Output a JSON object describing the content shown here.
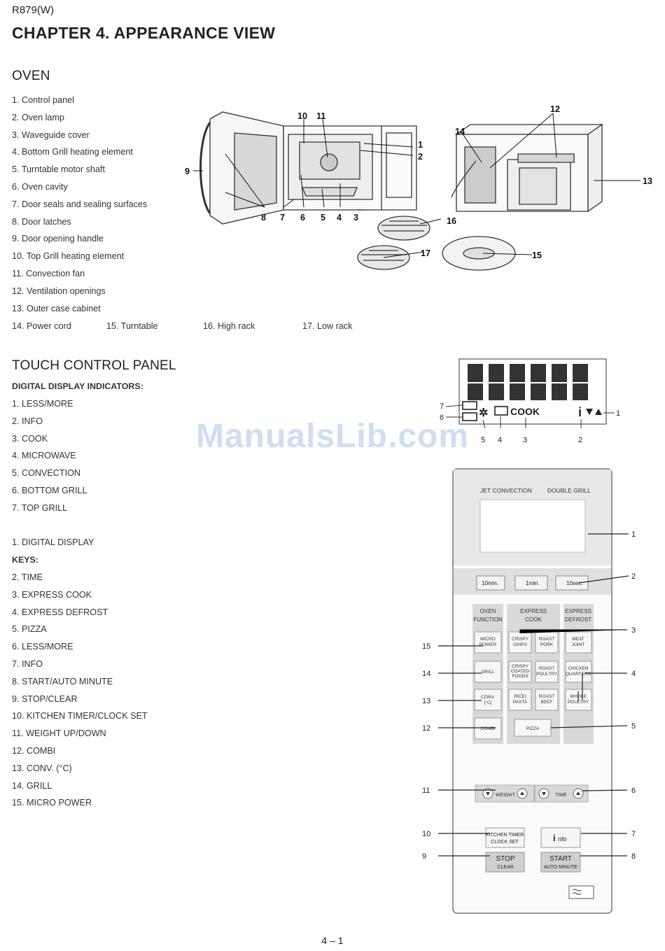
{
  "header": {
    "model": "R879(W)",
    "chapter_title": "CHAPTER 4. APPEARANCE VIEW"
  },
  "oven": {
    "title": "OVEN",
    "parts": [
      "1. Control panel",
      "2. Oven lamp",
      "3. Waveguide cover",
      "4. Bottom Grill heating element",
      "5. Turntable motor shaft",
      "6. Oven cavity",
      "7. Door seals and sealing surfaces",
      "8. Door latches",
      "9. Door opening handle",
      "10. Top Grill heating element",
      "11. Convection fan",
      "12. Ventilation openings",
      "13. Outer case cabinet"
    ],
    "last_row": [
      "14. Power cord",
      "15. Turntable",
      "16. High rack",
      "17. Low rack"
    ],
    "callouts": [
      "1",
      "2",
      "3",
      "4",
      "5",
      "6",
      "7",
      "8",
      "9",
      "10",
      "11",
      "12",
      "13",
      "14",
      "15",
      "16",
      "17"
    ]
  },
  "touch_panel": {
    "title": "TOUCH CONTROL PANEL",
    "indicators_heading": "DIGITAL DISPLAY INDICATORS:",
    "indicators": [
      "1. LESS/MORE",
      "2. INFO",
      "3. COOK",
      "4. MICROWAVE",
      "5. CONVECTION",
      "6. BOTTOM GRILL",
      "7. TOP GRILL"
    ],
    "display_item": "1. DIGITAL DISPLAY",
    "keys_heading": "KEYS:",
    "keys": [
      "2. TIME",
      "3. EXPRESS COOK",
      "4. EXPRESS DEFROST",
      "5. PIZZA",
      "6. LESS/MORE",
      "7. INFO",
      "8. START/AUTO MINUTE",
      "9. STOP/CLEAR",
      "10. KITCHEN TIMER/CLOCK SET",
      "11. WEIGHT UP/DOWN",
      "12. COMBI",
      "13. CONV. (°C)",
      "14. GRILL",
      "15. MICRO POWER"
    ]
  },
  "display": {
    "cook_label": "COOK",
    "callouts": [
      "7",
      "6",
      "5",
      "4",
      "3",
      "2",
      "1"
    ]
  },
  "panel": {
    "brand": "JET CONVECTION",
    "brand2": "DOUBLE GRILL",
    "time_keys": [
      "10min.",
      "1min.",
      "10sec."
    ],
    "col_headers": [
      [
        "OVEN",
        "FUNCTION"
      ],
      [
        "EXPRESS",
        "COOK"
      ],
      [
        "EXPRESS",
        "DEFROST"
      ]
    ],
    "oven_keys": [
      [
        "MICRO",
        "POWER"
      ],
      [
        "GRILL"
      ],
      [
        "CONV.",
        "[°C]"
      ],
      [
        "COMBI"
      ]
    ],
    "cook_keys": [
      [
        "CRISPY",
        "CHIPS"
      ],
      [
        "ROAST",
        "PORK"
      ],
      [
        "CRISPY",
        "COATED",
        "FOODS"
      ],
      [
        "ROAST",
        "POULTRY"
      ],
      [
        "RICE/",
        "PASTA"
      ],
      [
        "ROAST",
        "BEEF"
      ]
    ],
    "defrost_keys": [
      [
        "MEAT",
        "JOINT"
      ],
      [
        "CHICKEN",
        "QUARTERS"
      ],
      [
        "WHOLE",
        "POULTRY"
      ]
    ],
    "pizza": "PIZZA",
    "weight": "WEIGHT",
    "time": "TIME",
    "timer": [
      "KITCHEN TIMER",
      "CLOCK SET"
    ],
    "info": "nfo",
    "stop": [
      "STOP",
      "CLEAR"
    ],
    "start": [
      "START",
      "AUTO MINUTE"
    ],
    "left_callouts": [
      "15",
      "14",
      "13",
      "12",
      "11",
      "10",
      "9"
    ],
    "right_callouts": [
      "1",
      "2",
      "3",
      "4",
      "5",
      "6",
      "7",
      "8"
    ]
  },
  "watermark": "ManualsLib.com",
  "page_number": "4 – 1"
}
